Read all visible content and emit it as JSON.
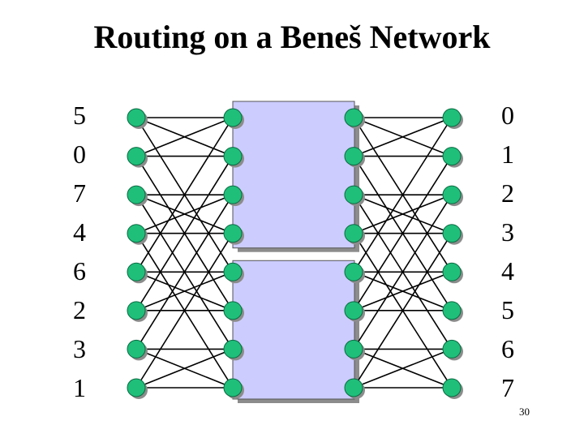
{
  "slide": {
    "title": "Routing on a Beneš Network",
    "page_number": "30"
  },
  "diagram": {
    "rows": 8,
    "left_labels": [
      "5",
      "0",
      "7",
      "4",
      "6",
      "2",
      "3",
      "1"
    ],
    "right_labels": [
      "0",
      "1",
      "2",
      "3",
      "4",
      "5",
      "6",
      "7"
    ],
    "node_color": "#1fbf7a",
    "box_color": "#ccccff",
    "shadow_color": "#8c8c8c",
    "wire_color": "#000000"
  }
}
